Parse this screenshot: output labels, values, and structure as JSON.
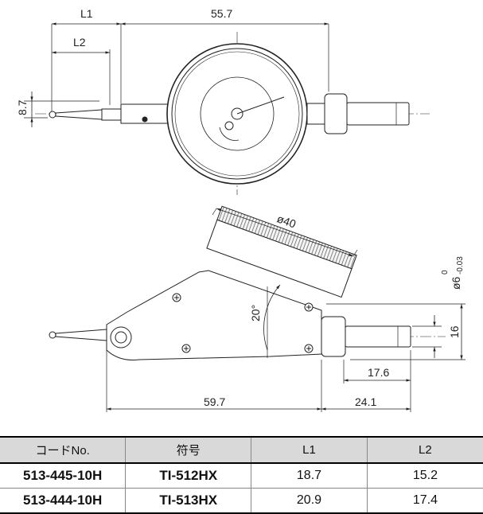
{
  "dimensions": {
    "top_L1": "L1",
    "top_L2": "L2",
    "top_557": "55.7",
    "top_87": "8.7",
    "diameter_40": "ø40",
    "diameter_6": "ø6",
    "tol_upper": "0",
    "tol_lower": "-0.03",
    "angle_20": "20°",
    "side_16": "16",
    "side_176": "17.6",
    "side_241": "24.1",
    "side_597": "59.7"
  },
  "table": {
    "headers": [
      "コードNo.",
      "符号",
      "L1",
      "L2"
    ],
    "rows": [
      [
        "513-445-10H",
        "TI-512HX",
        "18.7",
        "15.2"
      ],
      [
        "513-444-10H",
        "TI-513HX",
        "20.9",
        "17.4"
      ]
    ]
  }
}
